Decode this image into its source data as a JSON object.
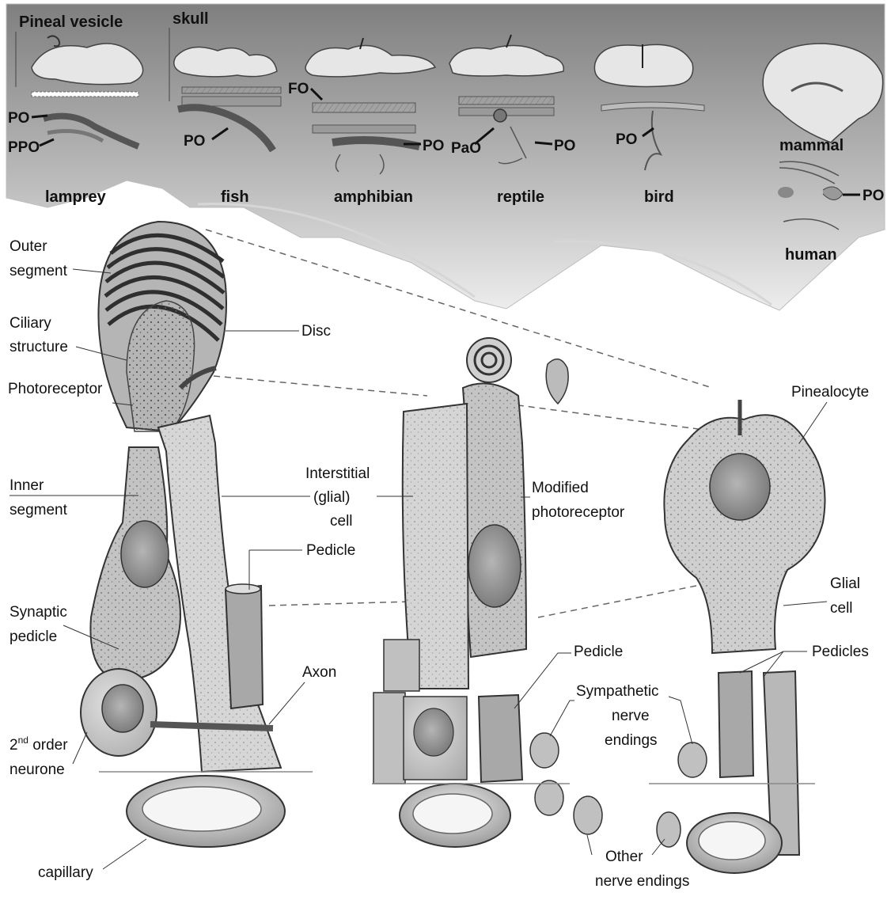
{
  "top_panel": {
    "organisms": {
      "lamprey": "lamprey",
      "fish": "fish",
      "amphibian": "amphibian",
      "reptile": "reptile",
      "bird": "bird",
      "mammal": "mammal",
      "human": "human"
    },
    "labels": {
      "pineal_vesicle": "Pineal vesicle",
      "skull": "skull",
      "po": "PO",
      "ppo": "PPO",
      "fo": "FO",
      "pao": "PaO"
    }
  },
  "left_cell": {
    "outer_segment_1": "Outer",
    "outer_segment_2": "segment",
    "ciliary_1": "Ciliary",
    "ciliary_2": "structure",
    "photoreceptor": "Photoreceptor",
    "inner_segment_1": "Inner",
    "inner_segment_2": "segment",
    "synaptic_1": "Synaptic",
    "synaptic_2": "pedicle",
    "neurone_1_main": "2",
    "neurone_1_sup": "nd",
    "neurone_1_rest": " order",
    "neurone_2": "neurone",
    "capillary": "capillary",
    "disc": "Disc",
    "interstitial_1": "Interstitial",
    "interstitial_2": "(glial)",
    "interstitial_3": "cell",
    "pedicle": "Pedicle",
    "axon": "Axon"
  },
  "middle_cell": {
    "modified_1": "Modified",
    "modified_2": "photoreceptor",
    "pedicle": "Pedicle",
    "sympathetic_1": "Sympathetic",
    "sympathetic_2": "nerve",
    "sympathetic_3": "endings",
    "other_1": "Other",
    "other_2": "nerve endings"
  },
  "right_cell": {
    "pinealocyte": "Pinealocyte",
    "glial_1": "Glial",
    "glial_2": "cell",
    "pedicles": "Pedicles"
  },
  "colors": {
    "banner_dark": "#8a8a8a",
    "banner_light": "#e8e8e8",
    "cell_fill": "#c9c9c9",
    "line": "#3a3a3a"
  }
}
